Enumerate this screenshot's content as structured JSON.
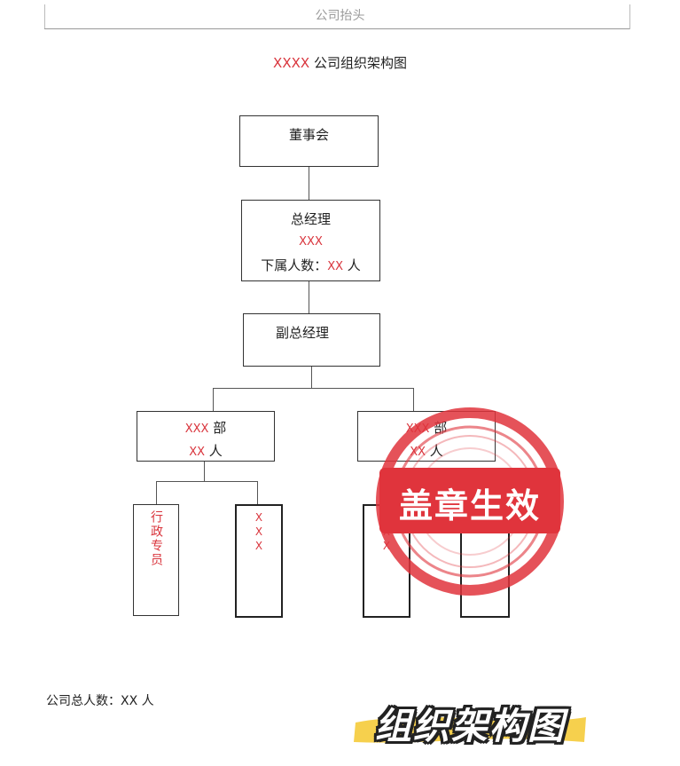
{
  "header": {
    "text": "公司抬头"
  },
  "title": {
    "prefix": "XXXX",
    "text": "公司组织架构图"
  },
  "nodes": {
    "board": {
      "label": "董事会"
    },
    "gm": {
      "title": "总经理",
      "name": "XXX",
      "sub_label": "下属人数：",
      "sub_count": "XX",
      "sub_unit": "人"
    },
    "vgm": {
      "label": "副总经理"
    },
    "dept_left": {
      "name": "XXX",
      "dept": "部",
      "count": "XX",
      "unit": "人"
    },
    "dept_right": {
      "name": "XXX",
      "dept": "部",
      "count": "XX",
      "unit": "人"
    },
    "staff_1": {
      "label": "行政专员"
    },
    "staff_2": {
      "label": "XXX"
    },
    "staff_3": {
      "label": "XXX"
    }
  },
  "footer": {
    "label": "公司总人数：",
    "count": "XX",
    "unit": "人"
  },
  "stamp": {
    "text": "盖章生效"
  },
  "banner": {
    "text": "组织架构图"
  },
  "colors": {
    "accent_red": "#d9353d",
    "stamp_red": "#e0343c",
    "banner_yellow": "#f6d04d",
    "line": "#555555"
  }
}
